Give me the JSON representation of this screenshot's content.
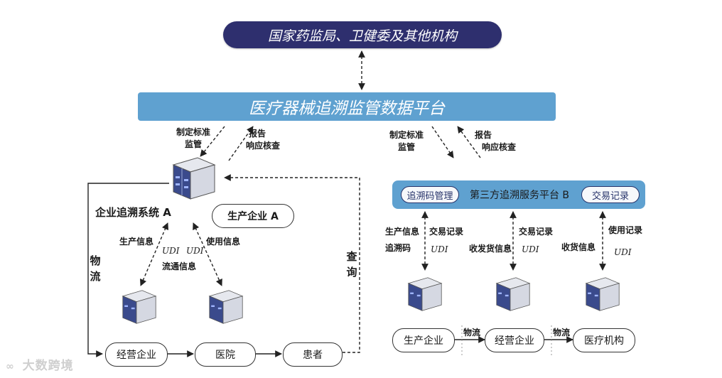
{
  "top_authority": "国家药监局、卫健委及其他机构",
  "platform": "医疗器械追溯监管数据平台",
  "left": {
    "down_label": [
      "制定标准",
      "监管"
    ],
    "up_label": [
      "报告",
      "响应核查"
    ],
    "system_title": "企业追溯系统 A",
    "producer_oval": "生产企业 A",
    "logistics_vertical": "物流",
    "query_vertical": "查询",
    "link_left": [
      "生产信息",
      "UDI",
      "流通信息"
    ],
    "link_right": [
      "UDI",
      "使用信息"
    ],
    "bottom_nodes": [
      "经营企业",
      "医院",
      "患者"
    ]
  },
  "right": {
    "down_label": [
      "制定标准",
      "监管"
    ],
    "up_label": [
      "报告",
      "响应核查"
    ],
    "platform_title": "第三方追溯服务平台 B",
    "tag_left": "追溯码管理",
    "tag_right": "交易记录",
    "col1_left": [
      "生产信息",
      "追溯码"
    ],
    "col1_right": [
      "交易记录",
      "UDI"
    ],
    "col2_left": "收发货信息",
    "col2_right": [
      "交易记录",
      "UDI"
    ],
    "col3_left": "收货信息",
    "col3_right": [
      "使用记录",
      "UDI"
    ],
    "bottom_nodes": [
      "生产企业",
      "经营企业",
      "医疗机构"
    ],
    "logistics_small": "物流"
  },
  "watermark": "大数跨境"
}
